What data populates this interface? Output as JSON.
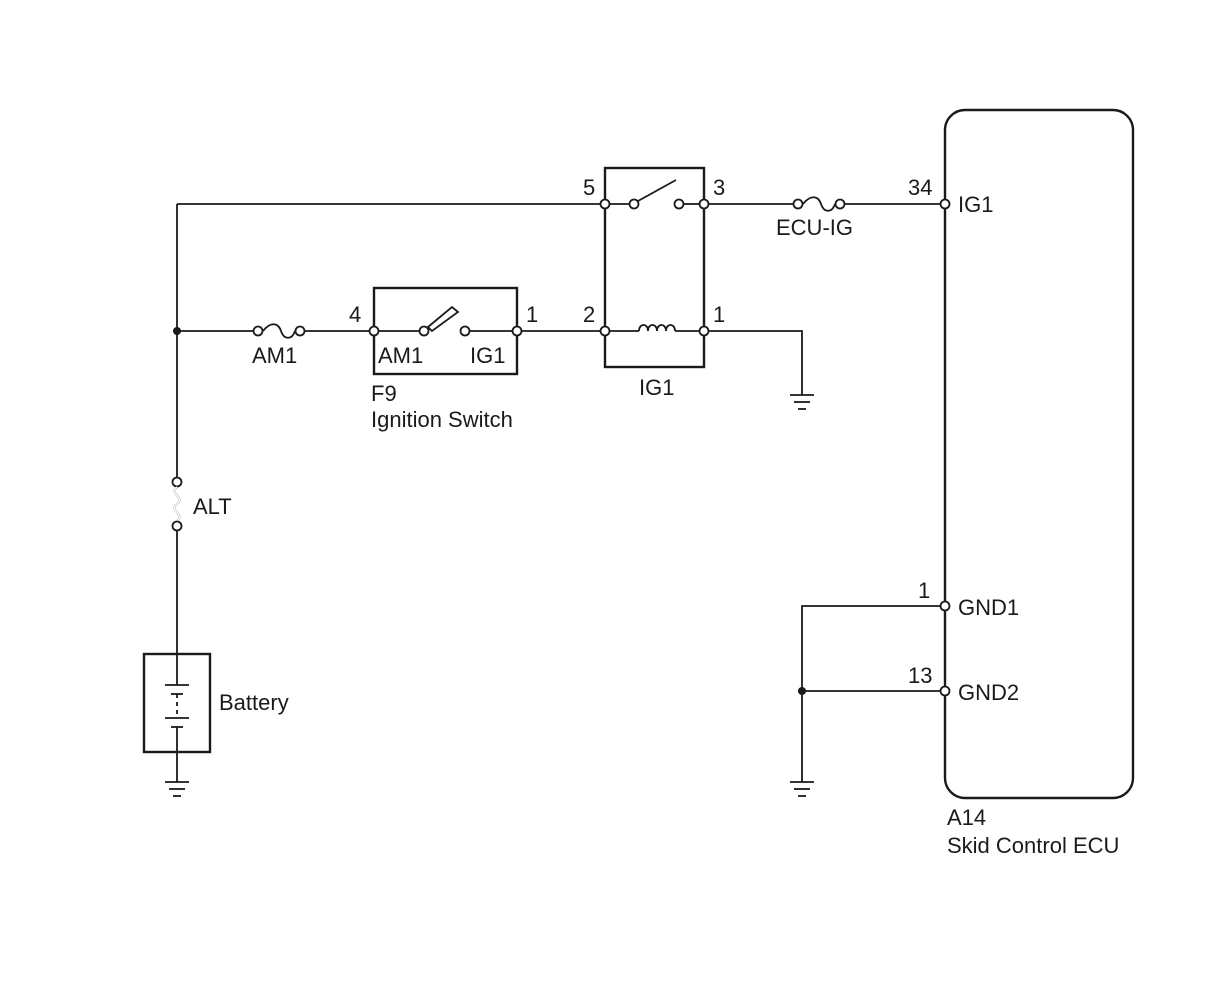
{
  "battery": {
    "label": "Battery"
  },
  "fuses": {
    "alt": "ALT",
    "am1": "AM1",
    "ecu_ig": "ECU-IG"
  },
  "ignition_switch": {
    "connector": "F9",
    "name": "Ignition Switch",
    "pin_in": "4",
    "pin_out": "1",
    "label_in": "AM1",
    "label_out": "IG1"
  },
  "relay": {
    "label": "IG1",
    "pin_switch_in": "5",
    "pin_switch_out": "3",
    "pin_coil_in": "2",
    "pin_coil_out": "1"
  },
  "ecu": {
    "connector": "A14",
    "name": "Skid Control ECU",
    "pins": [
      {
        "number": "34",
        "name": "IG1"
      },
      {
        "number": "1",
        "name": "GND1"
      },
      {
        "number": "13",
        "name": "GND2"
      }
    ]
  }
}
